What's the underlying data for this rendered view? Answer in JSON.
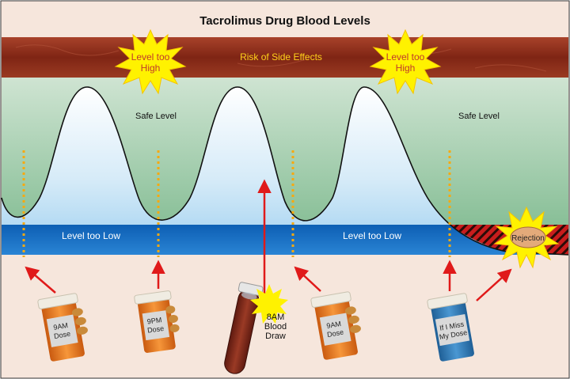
{
  "title": "Tacrolimus Drug Blood Levels",
  "zones": {
    "high": "Risk of Side Effects",
    "safe_left": "Safe Level",
    "safe_right": "Safe Level",
    "low_left": "Level too Low",
    "low_right": "Level too Low"
  },
  "bursts": {
    "high_1": [
      "Level too",
      "High"
    ],
    "high_2": [
      "Level too",
      "High"
    ],
    "rejection": "Rejection"
  },
  "bottles": [
    {
      "lines": [
        "9AM",
        "Dose"
      ],
      "color": "#e8731c"
    },
    {
      "lines": [
        "9PM",
        "Dose"
      ],
      "color": "#e8731c"
    },
    {
      "lines": [
        "9AM",
        "Dose"
      ],
      "color": "#e8731c"
    },
    {
      "lines": [
        "If I Miss",
        "My Dose"
      ],
      "color": "#2f79b5"
    }
  ],
  "blood_draw": [
    "8AM",
    "Blood",
    "Draw"
  ],
  "colors": {
    "high_band": "#8e2f1c",
    "safe_band": "#9ccaa8",
    "low_band": "#1e6fc2",
    "dose_line": "#f7a90f",
    "arrow": "#e01a1a",
    "burst": "#fff200",
    "burst_text": "#c0392b"
  }
}
